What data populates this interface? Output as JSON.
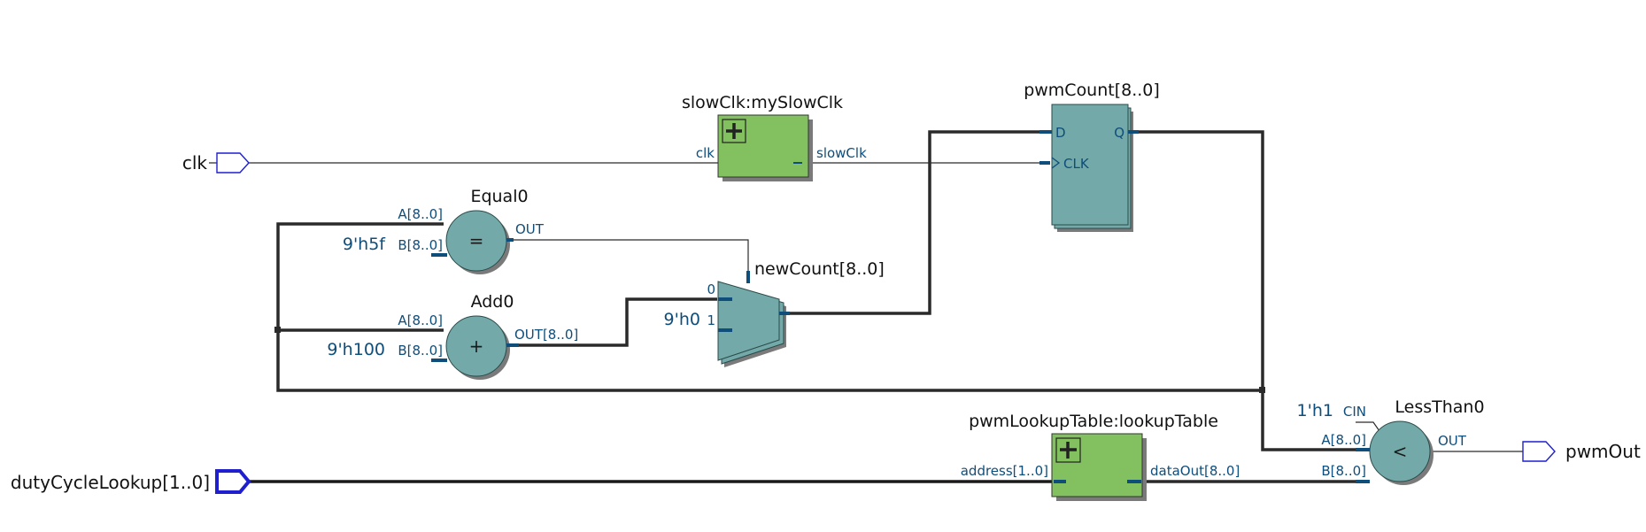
{
  "inputs": {
    "clk": "clk",
    "duty_cycle_lookup": "dutyCycleLookup[1..0]"
  },
  "outputs": {
    "pwm_out": "pwmOut"
  },
  "blocks": {
    "slow_clk": {
      "title": "slowClk:mySlowClk",
      "in_port": "clk",
      "out_port": "slowClk"
    },
    "pwm_count": {
      "title": "pwmCount[8..0]",
      "d_port": "D",
      "q_port": "Q",
      "clk_port": "CLK"
    },
    "equal0": {
      "title": "Equal0",
      "a_port": "A[8..0]",
      "b_port": "B[8..0]",
      "out_port": "OUT",
      "symbol": "=",
      "b_const": "9'h5f"
    },
    "add0": {
      "title": "Add0",
      "a_port": "A[8..0]",
      "b_port": "B[8..0]",
      "out_port": "OUT[8..0]",
      "symbol": "+",
      "b_const": "9'h100"
    },
    "new_count": {
      "title": "newCount[8..0]",
      "sel0": "0",
      "sel1": "1",
      "in1_const": "9'h0"
    },
    "lookup_table": {
      "title": "pwmLookupTable:lookupTable",
      "in_port": "address[1..0]",
      "out_port": "dataOut[8..0]"
    },
    "less_than0": {
      "title": "LessThan0",
      "cin_port": "CIN",
      "cin_const": "1'h1",
      "a_port": "A[8..0]",
      "b_port": "B[8..0]",
      "out_port": "OUT",
      "symbol": "<"
    }
  },
  "colors": {
    "register_fill": "#73aaa9",
    "subdesign_fill": "#82c060",
    "port_label": "#0f4d7a",
    "io_port_outline": "#1f1fd0",
    "wire": "#2a2a2a"
  }
}
